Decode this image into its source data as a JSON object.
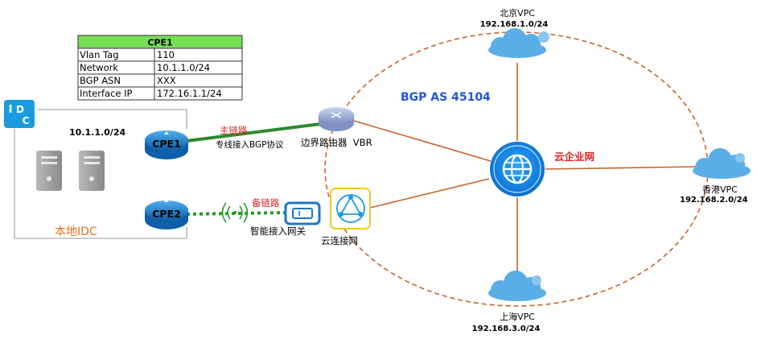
{
  "cpe1_table": {
    "header": "CPE1",
    "rows": [
      {
        "key": "Vlan Tag",
        "value": "110"
      },
      {
        "key": "Network",
        "value": "10.1.1.0/24"
      },
      {
        "key": "BGP ASN",
        "value": "XXX"
      },
      {
        "key": "Interface IP",
        "value": "172.16.1.1/24"
      }
    ]
  },
  "idc": {
    "logo_letters": [
      "I",
      "D",
      "C"
    ],
    "subnet": "10.1.1.0/24",
    "label": "本地IDC"
  },
  "cpe1": {
    "label": "CPE1"
  },
  "cpe2": {
    "label": "CPE2"
  },
  "main_link": {
    "label": "主链路",
    "sublabel": "专线接入BGP协议"
  },
  "backup_link": {
    "label": "备链路"
  },
  "border_router": {
    "label": "边界路由器  VBR"
  },
  "smart_gateway": {
    "label": "智能接入网关"
  },
  "cloud_connect": {
    "label": "云连接网"
  },
  "bgp": {
    "label": "BGP AS 45104"
  },
  "cen": {
    "label": "云企业网"
  },
  "vpcs": {
    "beijing": {
      "name": "北京VPC",
      "cidr": "192.168.1.0/24"
    },
    "hongkong": {
      "name": "香港VPC",
      "cidr": "192.168.2.0/24"
    },
    "shanghai": {
      "name": "上海VPC",
      "cidr": "192.168.3.0/24"
    }
  },
  "colors": {
    "table_header": "#77dd55",
    "main_link": "#2b8a2b",
    "backup_link": "#2b9a2b",
    "orange_line": "#c8642a",
    "blue_text": "#2255dd",
    "red_text": "#e02020",
    "cloud": "#5aaee8",
    "cpe": "#1a78c8",
    "gateway_border": "#f0c830",
    "idc_label": "#e07020"
  }
}
